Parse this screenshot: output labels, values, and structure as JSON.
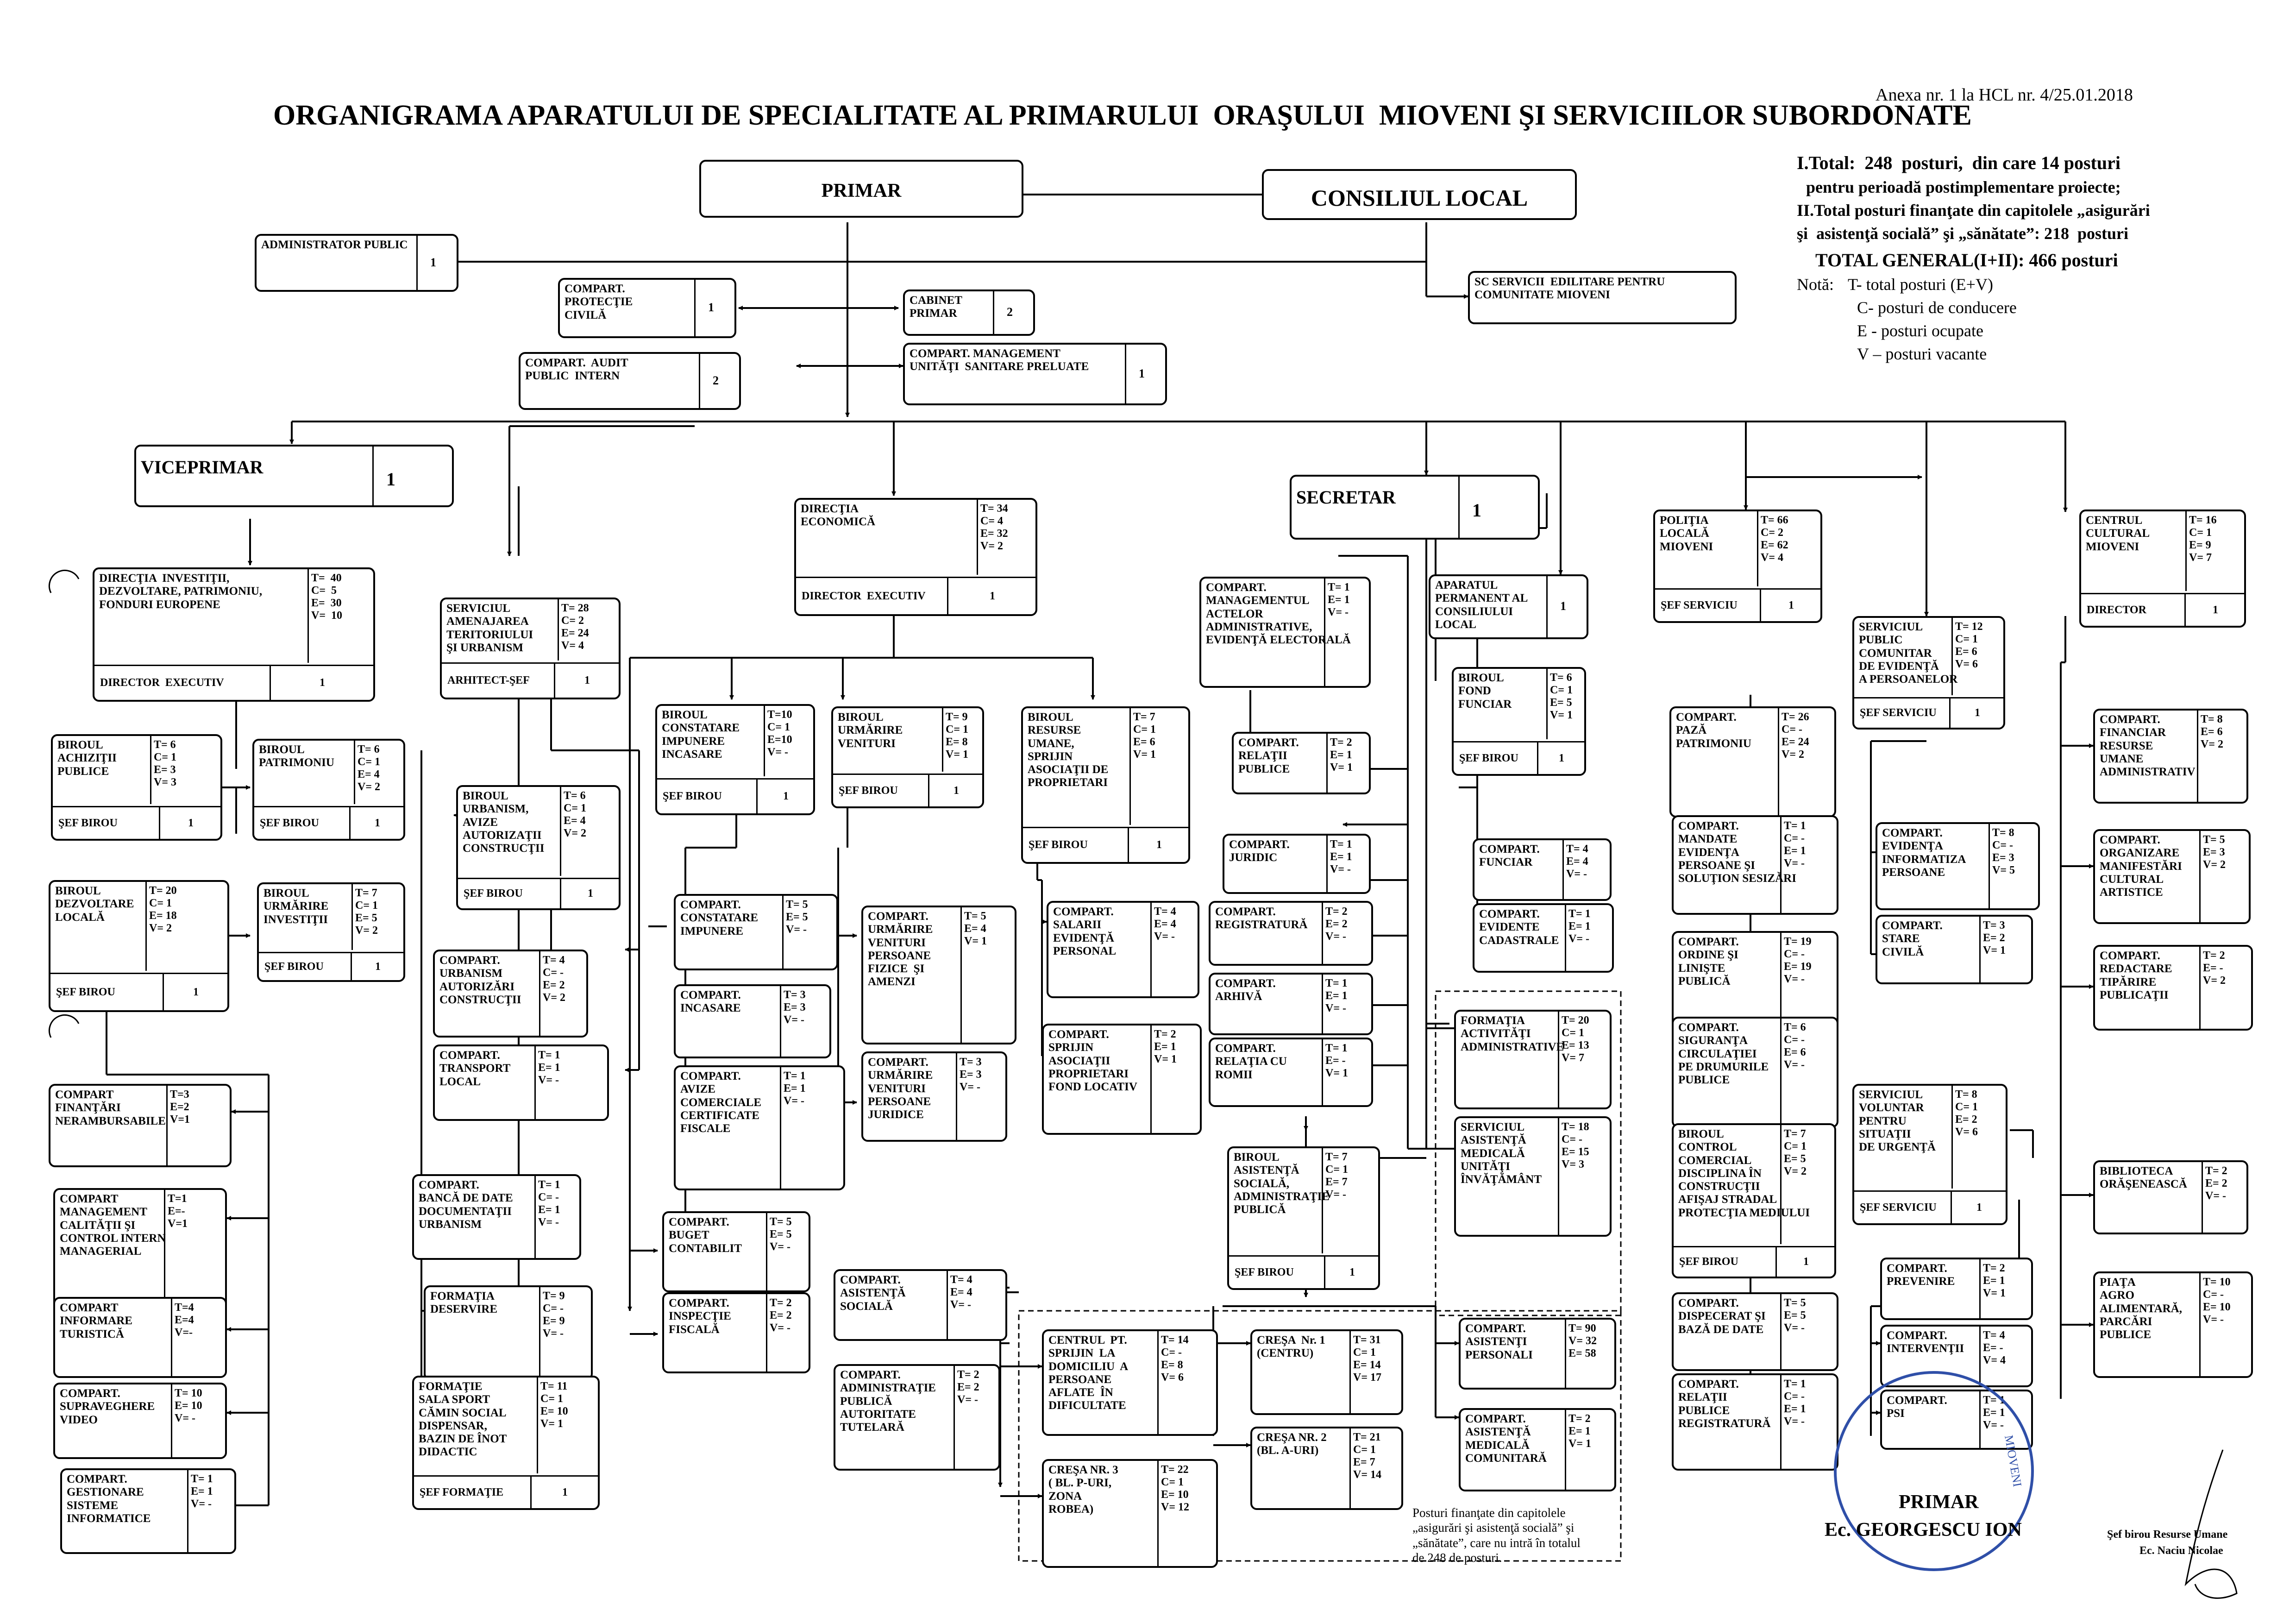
{
  "annex": "Anexa nr. 1 la HCL nr. 4/25.01.2018",
  "title": "ORGANIGRAMA APARATULUI DE SPECIALITATE AL PRIMARULUI  ORAŞULUI  MIOVENI ŞI SERVICIILOR SUBORDONATE",
  "summary": {
    "line1": "I.Total:  248  posturi,  din care 14 posturi",
    "line2": "pentru perioadă postimplementare proiecte;",
    "line3": "II.Total posturi finanţate din capitolele „asigurări",
    "line4": "şi  asistenţă socială” şi „sănătate”: 218  posturi",
    "line5": "TOTAL GENERAL(I+II): 466 posturi"
  },
  "legend": {
    "title": "Notă:",
    "t": "T- total posturi (E+V)",
    "c": "C- posturi de conducere",
    "e": "E - posturi ocupate",
    "v": "V – posturi vacante"
  },
  "boxes": {
    "primar": {
      "label": "PRIMAR"
    },
    "consiliu": {
      "label": "CONSILIUL LOCAL"
    },
    "admin_public": {
      "label": "ADMINISTRATOR PUBLIC",
      "value": "1"
    },
    "protectie": {
      "label": "COMPART.\nPROTECŢIE\nCIVILĂ",
      "value": "1"
    },
    "cabinet": {
      "label": "CABINET\nPRIMAR",
      "value": "2"
    },
    "audit": {
      "label": "COMPART.  AUDIT\nPUBLIC  INTERN",
      "value": "2"
    },
    "management_sanitare": {
      "label": "COMPART. MANAGEMENT\nUNITĂŢI  SANITARE PRELUATE",
      "value": "1"
    },
    "sc_servicii": {
      "label": "SC SERVICII  EDILITARE PENTRU\nCOMUNITATE MIOVENI"
    },
    "viceprimar": {
      "label": "VICEPRIMAR",
      "value": "1"
    },
    "secretar": {
      "label": "SECRETAR",
      "value": "1"
    },
    "dir_investitii": {
      "label": "DIRECŢIA  INVESTIŢII,\nDEZVOLTARE, PATRIMONIU,\nFONDURI EUROPENE",
      "stats": "T=  40\nC=  5\nE=  30\nV=  10",
      "sub": "DIRECTOR  EXECUTIV",
      "subv": "1"
    },
    "birou_achizitii": {
      "label": "BIROUL\nACHIZIŢII\nPUBLICE",
      "stats": "T= 6\nC= 1\nE= 3\nV= 3",
      "sub": "ŞEF BIROU",
      "subv": "1"
    },
    "birou_patrimoniu": {
      "label": "BIROUL\nPATRIMONIU",
      "stats": "T= 6\nC= 1\nE= 4\nV= 2",
      "sub": "ŞEF BIROU",
      "subv": "1"
    },
    "birou_dezvoltare": {
      "label": "BIROUL\nDEZVOLTARE\nLOCALĂ",
      "stats": "T= 20\nC= 1\nE= 18\nV= 2",
      "sub": "ŞEF BIROU",
      "subv": "1"
    },
    "birou_urmarire_inv": {
      "label": "BIROUL\nURMĂRIRE\nINVESTIŢII",
      "stats": "T= 7\nC= 1\nE= 5\nV= 2",
      "sub": "ŞEF BIROU",
      "subv": "1"
    },
    "comp_finantari": {
      "label": "COMPART\nFINANŢĂRI\nNERAMBURSABILE",
      "stats": "T=3\nE=2\nV=1"
    },
    "comp_calitate": {
      "label": "COMPART\nMANAGEMENT\nCALITĂŢII ŞI\nCONTROL INTERN\nMANAGERIAL",
      "stats": "T=1\nE=-\nV=1"
    },
    "comp_turistica": {
      "label": "COMPART\nINFORMARE\nTURISTICĂ",
      "stats": "T=4\nE=4\nV=-"
    },
    "comp_video": {
      "label": "COMPART.\nSUPRAVEGHERE\nVIDEO",
      "stats": "T= 10\nE= 10\nV= -"
    },
    "comp_sisteme": {
      "label": "COMPART.\nGESTIONARE\nSISTEME\nINFORMATICE",
      "stats": "T= 1\nE= 1\nV= -"
    },
    "serv_urbanism": {
      "label": "SERVICIUL\nAMENAJAREA\nTERITORIULUI\nŞI URBANISM",
      "stats": "T= 28\nC= 2\nE= 24\nV= 4",
      "sub": "ARHITECT-ŞEF",
      "subv": "1"
    },
    "birou_urbanism": {
      "label": "BIROUL\nURBANISM,\nAVIZE\nAUTORIZAŢII\nCONSTRUCŢII",
      "stats": "T= 6\nC= 1\nE= 4\nV= 2",
      "sub": "ŞEF BIROU",
      "subv": "1"
    },
    "comp_urb_autorizari": {
      "label": "COMPART.\nURBANISM\nAUTORIZĂRI\nCONSTRUCŢII",
      "stats": "T= 4\nC= -\nE= 2\nV= 2"
    },
    "comp_transport": {
      "label": "COMPART.\nTRANSPORT\nLOCAL",
      "stats": "T= 1\nE= 1\nV= -"
    },
    "comp_banca_date": {
      "label": "COMPART.\nBANCĂ DE DATE\nDOCUMENTAŢII\nURBANISM",
      "stats": "T= 1\nC= -\nE= 1\nV= -"
    },
    "formatia_deservire": {
      "label": "FORMAŢIA\nDESERVIRE",
      "stats": "T= 9\nC= -\nE= 9\nV= -"
    },
    "formatie_sala": {
      "label": "FORMAŢIE\nSALA SPORT\nCĂMIN SOCIAL\nDISPENSAR,\nBAZIN DE ÎNOT\nDIDACTIC",
      "stats": "T= 11\nC= 1\nE= 10\nV= 1",
      "sub": "ŞEF FORMAŢIE",
      "subv": "1"
    },
    "dir_economica": {
      "label": "DIRECŢIA\nECONOMICĂ",
      "stats": "T= 34\nC= 4\nE= 32\nV= 2",
      "sub": "DIRECTOR  EXECUTIV",
      "subv": "1"
    },
    "birou_impunere": {
      "label": "BIROUL\nCONSTATARE\nIMPUNERE\nINCASARE",
      "stats": "T=10\nC= 1\nE=10\nV= -",
      "sub": "ŞEF BIROU",
      "subv": "1"
    },
    "birou_urm_venituri": {
      "label": "BIROUL\nURMĂRIRE\nVENITURI",
      "stats": "T= 9\nC= 1\nE= 8\nV= 1",
      "sub": "ŞEF BIROU",
      "subv": "1"
    },
    "birou_resurse": {
      "label": "BIROUL\nRESURSE\nUMANE,\nSPRIJIN\nASOCIAŢII DE\nPROPRIETARI",
      "stats": "T= 7\nC= 1\nE= 6\nV= 1",
      "sub": "ŞEF BIROU",
      "subv": "1"
    },
    "comp_impunere": {
      "label": "COMPART.\nCONSTATARE\nIMPUNERE",
      "stats": "T= 5\nE= 5\nV= -"
    },
    "comp_incasare": {
      "label": "COMPART.\nINCASARE",
      "stats": "T= 3\nE= 3\nV= -"
    },
    "comp_avize_fiscale": {
      "label": "COMPART.\nAVIZE\nCOMERCIALE\nCERTIFICATE\nFISCALE",
      "stats": "T= 1\nE= 1\nV= -"
    },
    "comp_buget": {
      "label": "COMPART.\nBUGET\nCONTABILIT",
      "stats": "T= 5\nE= 5\nV= -"
    },
    "comp_inspectie": {
      "label": "COMPART.\nINSPECŢIE\nFISCALĂ",
      "stats": "T= 2\nE= 2\nV= -"
    },
    "comp_urm_fizice": {
      "label": "COMPART.\nURMĂRIRE\nVENITURI\nPERSOANE\nFIZICE  ŞI\nAMENZI",
      "stats": "T= 5\nE= 4\nV= 1"
    },
    "comp_urm_juridice": {
      "label": "COMPART.\nURMĂRIRE\nVENITURI\nPERSOANE\nJURIDICE",
      "stats": "T= 3\nE= 3\nV= -"
    },
    "comp_salarii": {
      "label": "COMPART.\nSALARII\nEVIDENŢĂ\nPERSONAL",
      "stats": "T= 4\nE= 4\nV= -"
    },
    "comp_sprijin_asociatii": {
      "label": "COMPART.\nSPRIJIN\nASOCIAŢII\nPROPRIETARI\nFOND LOCATIV",
      "stats": "T= 2\nE= 1\nV= 1"
    },
    "comp_asist_sociala": {
      "label": "COMPART.\nASISTENŢĂ\nSOCIALĂ",
      "stats": "T= 4\nE= 4\nV= -"
    },
    "comp_autoritate_tutelara": {
      "label": "COMPART.\nADMINISTRAŢIE\nPUBLICĂ\nAUTORITATE\nTUTELARĂ",
      "stats": "T= 2\nE= 2\nV= -"
    },
    "centru_sprijin": {
      "label": "CENTRUL  PT.\nSPRIJIN  LA\nDOMICILIU  A\nPERSOANE\nAFLATE  ÎN\nDIFICULTATE",
      "stats": "T= 14\nC= -\nE= 8\nV= 6"
    },
    "cresa3": {
      "label": "CREŞA NR. 3\n( BL. P-URI,\nZONA\nROBEA)",
      "stats": "T= 22\nC= 1\nE= 10\nV= 12"
    },
    "cresa1": {
      "label": "CREŞA  Nr. 1\n(CENTRU)",
      "stats": "T= 31\nC= 1\nE= 14\nV= 17"
    },
    "cresa2": {
      "label": "CREŞA NR. 2\n(BL. A-URI)",
      "stats": "T= 21\nC= 1\nE= 7\nV= 14"
    },
    "comp_management_acte": {
      "label": "COMPART.\nMANAGEMENTUL\nACTELOR\nADMINISTRATIVE,\nEVIDENŢĂ ELECTORALĂ",
      "stats": "T= 1\nE= 1\nV= -"
    },
    "aparatul_permanent": {
      "label": "APARATUL\nPERMANENT AL\nCONSILIULUI\nLOCAL",
      "value": "1"
    },
    "comp_relatii_publice": {
      "label": "COMPART.\nRELAŢII\nPUBLICE",
      "stats": "T= 2\nE= 1\nV= 1"
    },
    "birou_fond_funciar": {
      "label": "BIROUL\nFOND\nFUNCIAR",
      "stats": "T= 6\nC= 1\nE= 5\nV= 1",
      "sub": "ŞEF BIROU",
      "subv": "1"
    },
    "comp_juridic": {
      "label": "COMPART.\nJURIDIC",
      "stats": "T= 1\nE= 1\nV= -"
    },
    "comp_funciar": {
      "label": "COMPART.\nFUNCIAR",
      "stats": "T= 4\nE= 4\nV= -"
    },
    "comp_registratura": {
      "label": "COMPART.\nREGISTRATURĂ",
      "stats": "T= 2\nE= 2\nV= -"
    },
    "comp_cadastrale": {
      "label": "COMPART.\nEVIDENTE\nCADASTRALE",
      "stats": "T= 1\nE= 1\nV= -"
    },
    "comp_arhiva": {
      "label": "COMPART.\nARHIVĂ",
      "stats": "T= 1\nE= 1\nV= -"
    },
    "comp_romii": {
      "label": "COMPART.\nRELAŢIA CU\nROMII",
      "stats": "T= 1\nE= -\nV= 1"
    },
    "formatia_activitati": {
      "label": "FORMAŢIA\nACTIVITĂŢI\nADMINISTRATIVE",
      "stats": "T= 20\nC= 1\nE= 13\nV= 7"
    },
    "serv_asist_medicala": {
      "label": "SERVICIUL\nASISTENŢĂ\nMEDICALĂ\nUNITĂŢI\nÎNVĂŢĂMÂNT",
      "stats": "T= 18\nC= -\nE= 15\nV= 3"
    },
    "birou_asist_sociala": {
      "label": "BIROUL\nASISTENŢĂ\nSOCIALĂ,\nADMINISTRAŢIE\nPUBLICĂ",
      "stats": "T= 7\nC= 1\nE= 7\nV= -",
      "sub": "ŞEF BIROU",
      "subv": "1"
    },
    "comp_asistenti_personali": {
      "label": "COMPART.\nASISTENŢI\nPERSONALI",
      "stats": "T= 90\nV= 32\nE= 58"
    },
    "comp_asist_comunitara": {
      "label": "COMPART.\nASISTENŢĂ\nMEDICALĂ\nCOMUNITARĂ",
      "stats": "T= 2\nE= 1\nV= 1"
    },
    "politia_locala": {
      "label": "POLIŢIA\nLOCALĂ\nMIOVENI",
      "stats": "T= 66\nC= 2\nE= 62\nV= 4",
      "sub": "ŞEF SERVICIU",
      "subv": "1"
    },
    "comp_paza": {
      "label": "COMPART.\nPAZĂ\nPATRIMONIU",
      "stats": "T= 26\nC= -\nE= 24\nV= 2"
    },
    "comp_mandate": {
      "label": "COMPART.\nMANDATE\nEVIDENŢA\nPERSOANE ŞI\nSOLUŢION SESIZĂRI",
      "stats": "T= 1\nC= -\nE= 1\nV= -"
    },
    "comp_ordine": {
      "label": "COMPART.\nORDINE ŞI\nLINIŞTE\nPUBLICĂ",
      "stats": "T= 19\nC= -\nE= 19\nV= -"
    },
    "comp_siguranta": {
      "label": "COMPART.\nSIGURANŢA\nCIRCULAŢIEI\nPE DRUMURILE\nPUBLICE",
      "stats": "T= 6\nC= -\nE= 6\nV= -"
    },
    "birou_control": {
      "label": "BIROUL\nCONTROL\nCOMERCIAL\nDISCIPLINA ÎN\nCONSTRUCŢII\nAFIŞAJ STRADAL\nPROTECŢIA MEDIULUI",
      "stats": "T= 7\nC= 1\nE= 5\nV= 2",
      "sub": "ŞEF BIROU",
      "subv": "1"
    },
    "comp_dispecerat": {
      "label": "COMPART.\nDISPECERAT ŞI\nBAZĂ DE DATE",
      "stats": "T= 5\nE= 5\nV= -"
    },
    "comp_relatii_registratura": {
      "label": "COMPART.\nRELAŢII\nPUBLICE\nREGISTRATURĂ",
      "stats": "T= 1\nC= -\nE= 1\nV= -"
    },
    "serv_evidenta": {
      "label": "SERVICIUL\nPUBLIC\nCOMUNITAR\nDE EVIDENŢĂ\nA PERSOANELOR",
      "stats": "T= 12\nC= 1\nE= 6\nV= 6",
      "sub": "ŞEF SERVICIU",
      "subv": "1"
    },
    "comp_evidenta_info": {
      "label": "COMPART.\nEVIDENŢA\nINFORMATIZA\nPERSOANE",
      "stats": "T= 8\nC= -\nE= 3\nV= 5"
    },
    "comp_stare_civila": {
      "label": "COMPART.\nSTARE\nCIVILĂ",
      "stats": "T= 3\nE= 2\nV= 1"
    },
    "serv_voluntar": {
      "label": "SERVICIUL\nVOLUNTAR\nPENTRU\nSITUAŢII\nDE URGENŢĂ",
      "stats": "T= 8\nC= 1\nE= 2\nV= 6",
      "sub": "ŞEF SERVICIU",
      "subv": "1"
    },
    "comp_prevenire": {
      "label": "COMPART.\nPREVENIRE",
      "stats": "T= 2\nE= 1\nV= 1"
    },
    "comp_interventii": {
      "label": "COMPART.\nINTERVENŢII",
      "stats": "T= 4\nE= -\nV= 4"
    },
    "comp_psi": {
      "label": "COMPART.\nPSI",
      "stats": "T= 1\nE= 1\nV= -"
    },
    "centrul_cultural": {
      "label": "CENTRUL\nCULTURAL\nMIOVENI",
      "stats": "T= 16\nC= 1\nE= 9\nV= 7",
      "sub": "DIRECTOR",
      "subv": "1"
    },
    "comp_financiar_ru": {
      "label": "COMPART.\nFINANCIAR\nRESURSE\nUMANE\nADMINISTRATIV",
      "stats": "T= 8\nE= 6\nV= 2"
    },
    "comp_manifestari": {
      "label": "COMPART.\nORGANIZARE\nMANIFESTĂRI\nCULTURAL\nARTISTICE",
      "stats": "T= 5\nE= 3\nV= 2"
    },
    "comp_redactare": {
      "label": "COMPART.\nREDACTARE\nTIPĂRIRE\nPUBLICAŢII",
      "stats": "T= 2\nE= -\nV= 2"
    },
    "biblioteca": {
      "label": "BIBLIOTECA\nORĂŞENEASCĂ",
      "stats": "T= 2\nE= 2\nV= -"
    },
    "piata": {
      "label": "PIAŢA\nAGRO\nALIMENTARĂ,\nPARCĂRI\nPUBLICE",
      "stats": "T= 10\nC= -\nE= 10\nV= -"
    }
  },
  "note_dashed": "Posturi finanţate din capitolele\n„asigurări şi asistenţă socială” şi\n„sănătate”, care nu intră în totalul\nde 248 de posturi.",
  "signature_primar": {
    "role": "PRIMAR",
    "name": "Ec. GEORGESCU ION"
  },
  "signature_hr": {
    "role": "Şef birou Resurse Umane",
    "name": "Ec. Naciu Nicolae"
  },
  "seal_text": "MIOVENI",
  "colors": {
    "ink": "#000000",
    "stamp": "#2f4fa8"
  }
}
